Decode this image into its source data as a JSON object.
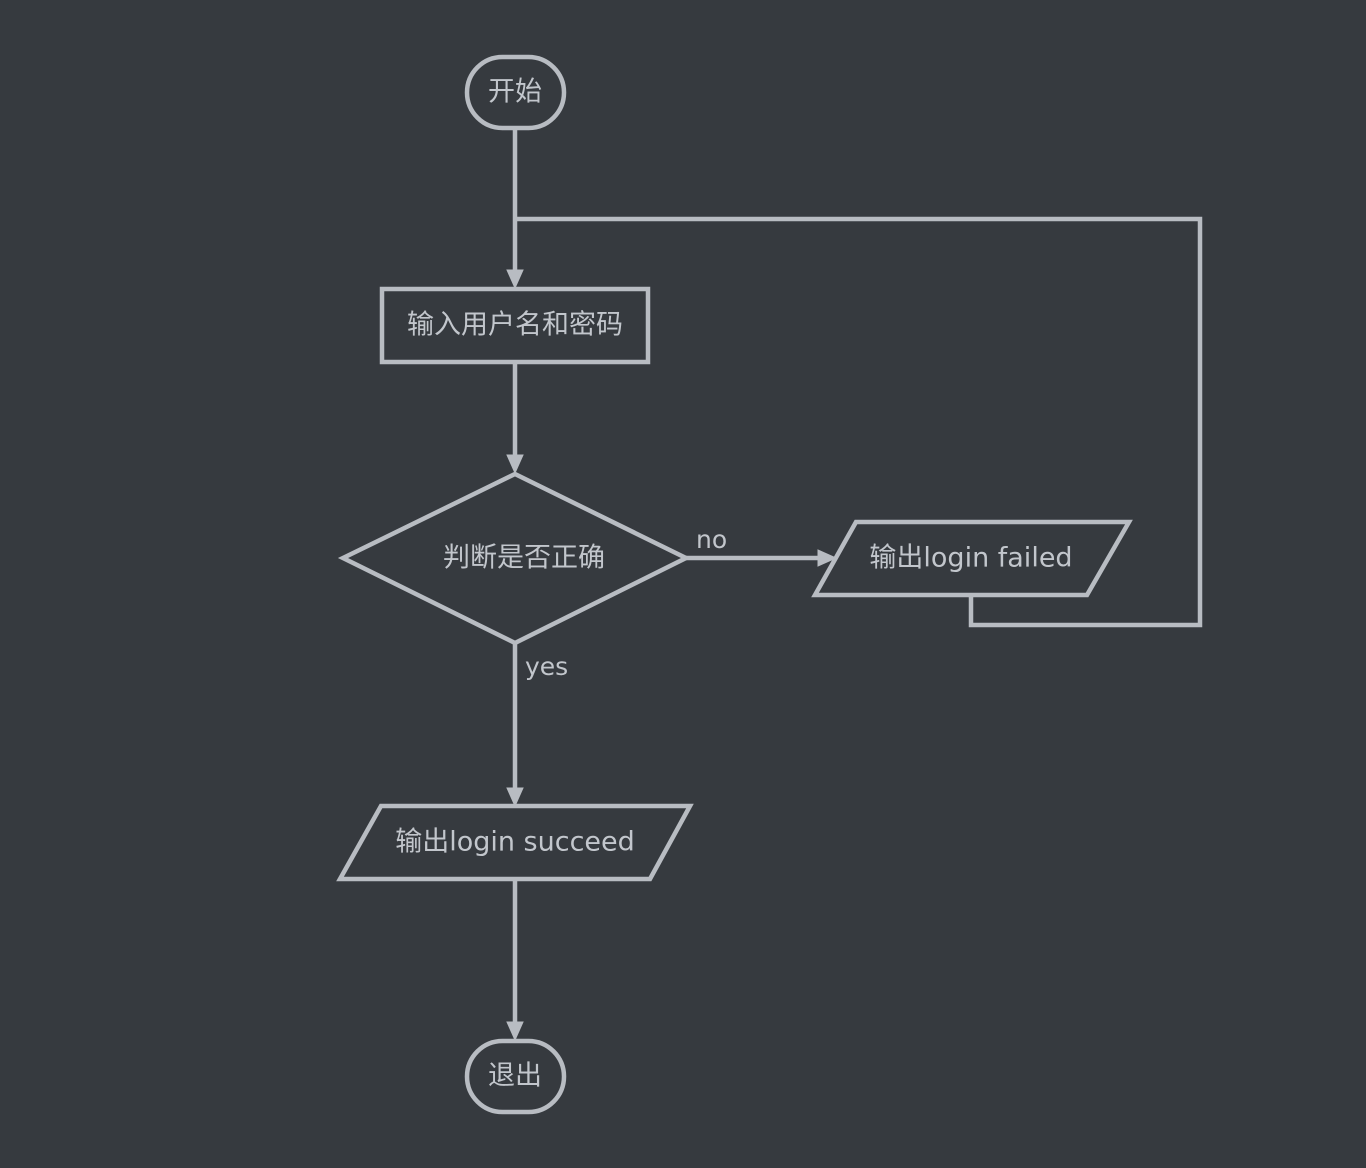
{
  "colors": {
    "background": "#363a3f",
    "stroke": "#b8bcc2",
    "text": "#c2c6cc"
  },
  "nodes": {
    "start": {
      "label": "开始",
      "shape": "terminator"
    },
    "input": {
      "label": "输入用户名和密码",
      "shape": "process"
    },
    "decision": {
      "label": "判断是否正确",
      "shape": "decision"
    },
    "output_failed": {
      "label": "输出login failed",
      "shape": "input-output"
    },
    "output_success": {
      "label": "输出login succeed",
      "shape": "input-output"
    },
    "end": {
      "label": "退出",
      "shape": "terminator"
    }
  },
  "edges": [
    {
      "from": "start",
      "to": "input",
      "label": ""
    },
    {
      "from": "input",
      "to": "decision",
      "label": ""
    },
    {
      "from": "decision",
      "to": "output_failed",
      "label": "no"
    },
    {
      "from": "output_failed",
      "to": "input",
      "label": ""
    },
    {
      "from": "decision",
      "to": "output_success",
      "label": "yes"
    },
    {
      "from": "output_success",
      "to": "end",
      "label": ""
    }
  ],
  "edge_labels": {
    "no": "no",
    "yes": "yes"
  }
}
